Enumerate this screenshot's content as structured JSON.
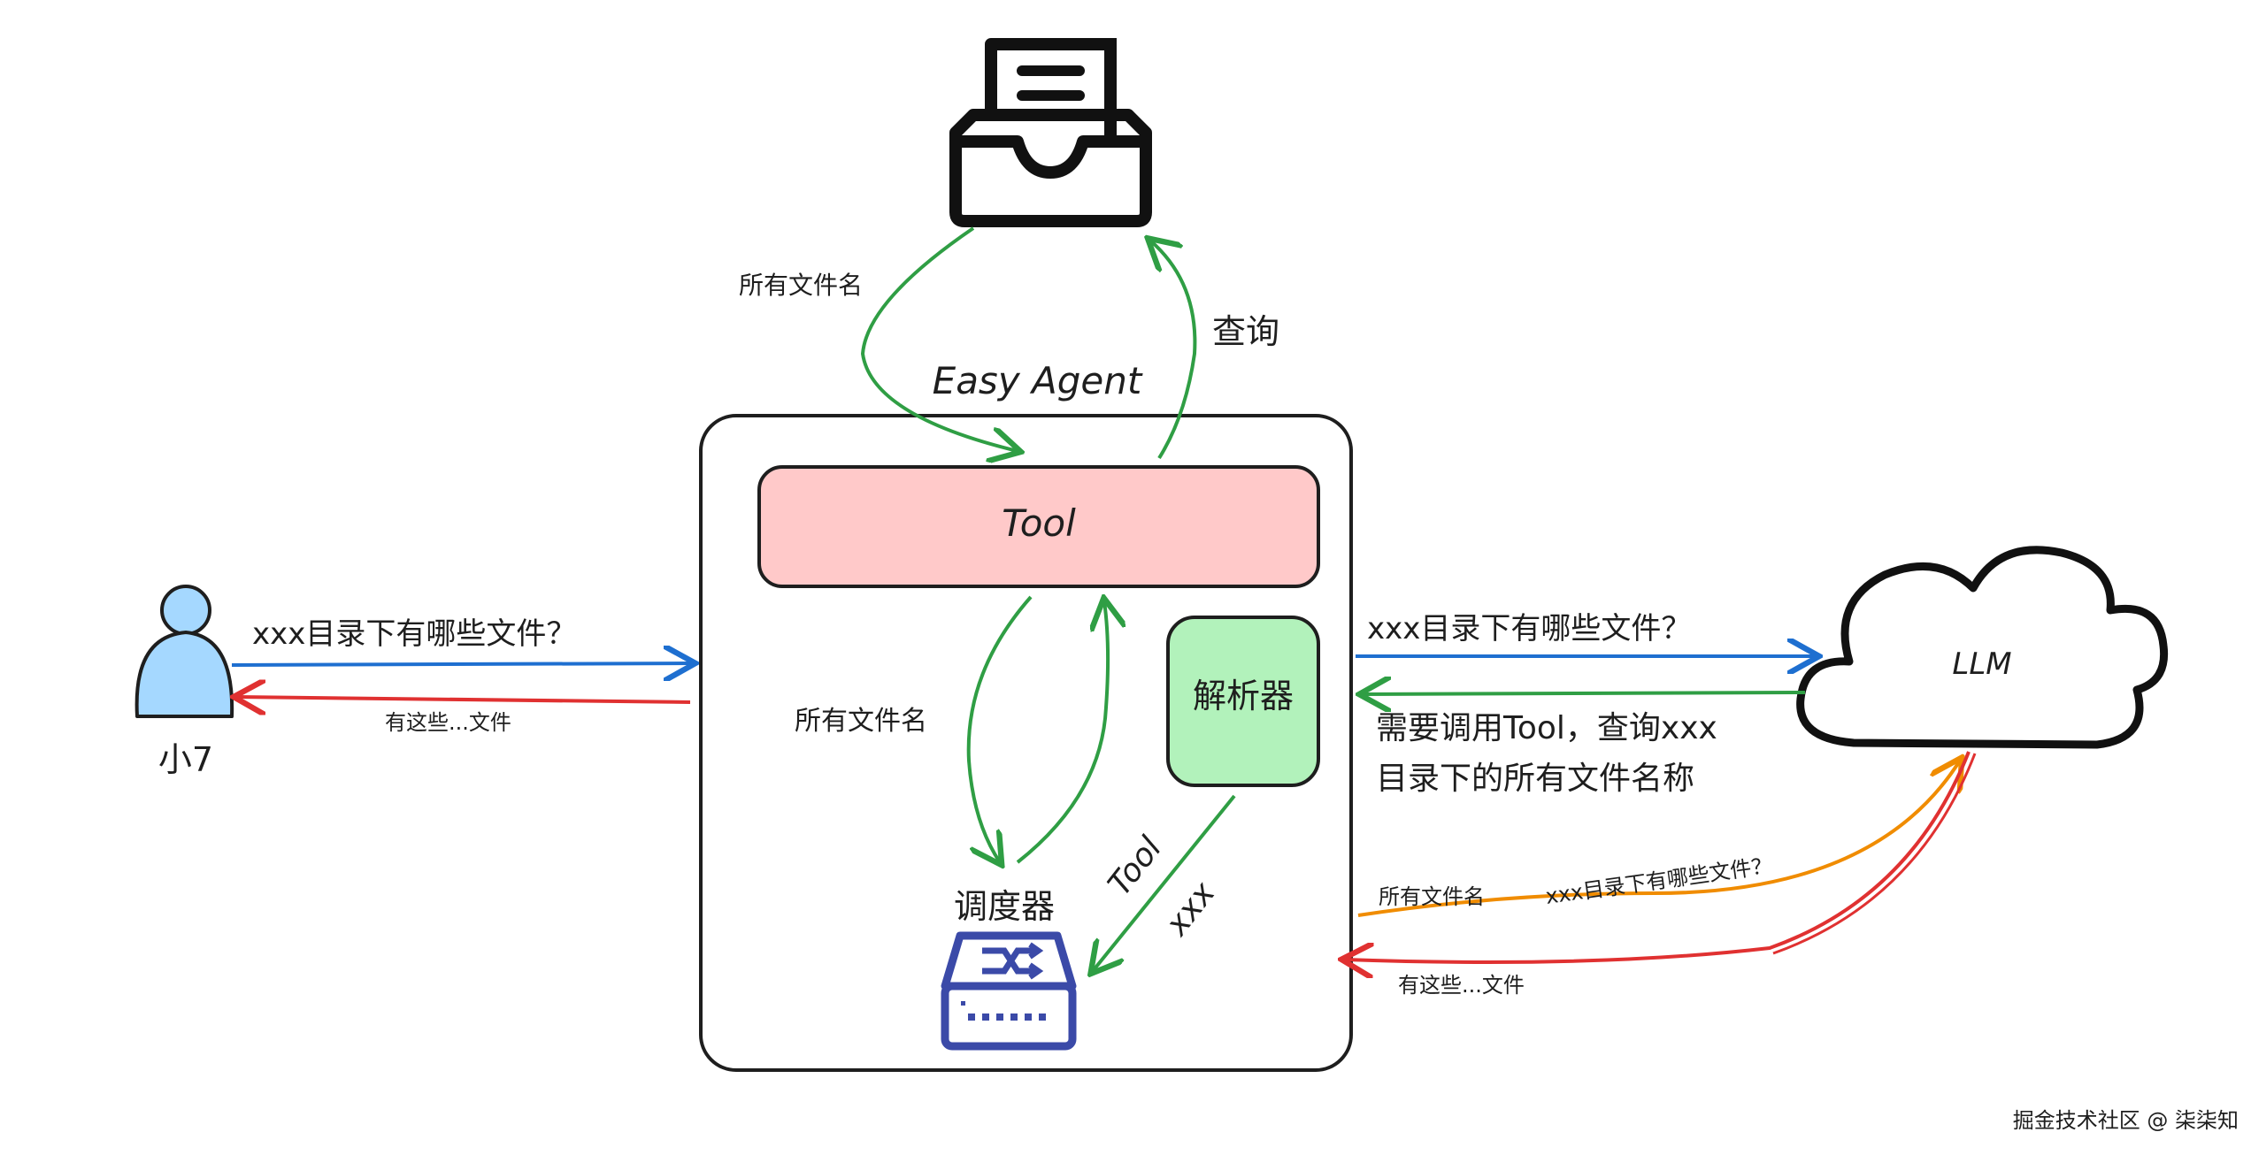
{
  "agent": {
    "title": "Easy Agent"
  },
  "tool": {
    "label": "Tool"
  },
  "parser": {
    "label": "解析器"
  },
  "scheduler": {
    "label": "调度器"
  },
  "user": {
    "name": "小7"
  },
  "llm": {
    "label": "LLM"
  },
  "edges": {
    "user_question": "xxx目录下有哪些文件？",
    "user_answer": "有这些...文件",
    "llm_question": "xxx目录下有哪些文件？",
    "llm_reply_line1": "需要调用Tool，查询xxx",
    "llm_reply_line2": "目录下的所有文件名称",
    "storage_result": "所有文件名",
    "storage_query": "查询",
    "tool_result": "所有文件名",
    "parser_tool": "Tool",
    "parser_xxx": "xxx",
    "llm_files": "所有文件名",
    "llm_question_small": "xxx目录下有哪些文件？",
    "llm_answer": "有这些...文件"
  },
  "watermark": "掘金技术社区 @ 柒柒知",
  "colors": {
    "blue": "#1e6fd0",
    "green": "#2f9e44",
    "red": "#e03131",
    "orange": "#f08c00",
    "tool_fill": "#ffc9c9",
    "parser_fill": "#b2f2bb",
    "user_fill": "#a5d8ff",
    "scheduler": "#3b4aa8"
  }
}
